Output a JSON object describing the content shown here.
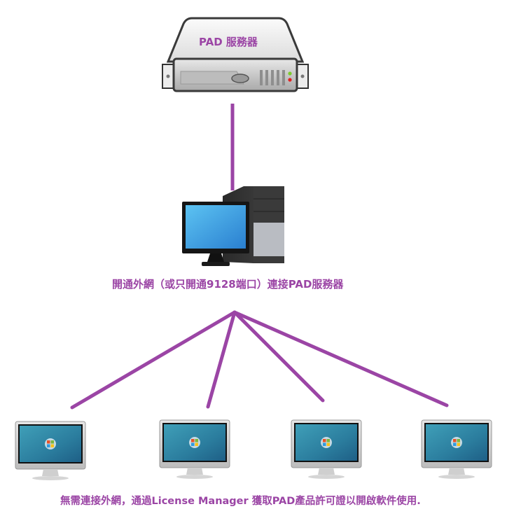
{
  "diagram": {
    "server_label": "PAD 服務器",
    "gateway_label": "開通外網（或只開通9128端口）連接PAD服務器",
    "clients_label": "無需連接外網，通過License Manager 獲取PAD產品許可證以開啟軟件使用.",
    "line_color": "#9b45a5",
    "nodes": [
      {
        "id": "pad-server",
        "type": "server"
      },
      {
        "id": "gateway-pc",
        "type": "desktop-pc"
      },
      {
        "id": "client-1",
        "type": "windows-monitor"
      },
      {
        "id": "client-2",
        "type": "windows-monitor"
      },
      {
        "id": "client-3",
        "type": "windows-monitor"
      },
      {
        "id": "client-4",
        "type": "windows-monitor"
      }
    ],
    "edges": [
      {
        "from": "pad-server",
        "to": "gateway-pc"
      },
      {
        "from": "gateway-pc",
        "to": "client-1"
      },
      {
        "from": "gateway-pc",
        "to": "client-2"
      },
      {
        "from": "gateway-pc",
        "to": "client-3"
      },
      {
        "from": "gateway-pc",
        "to": "client-4"
      }
    ]
  }
}
